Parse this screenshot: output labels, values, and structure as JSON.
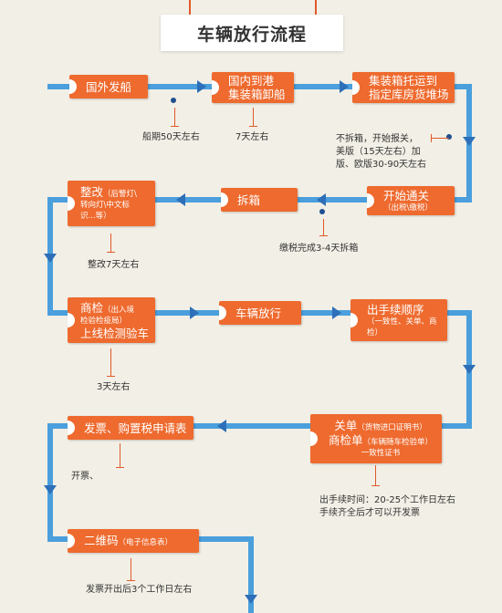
{
  "title": "车辆放行流程",
  "colors": {
    "box": "#ee6a2e",
    "track": "#4a9fdc",
    "arrow": "#2d6fb8",
    "tick": "#e05a2a",
    "background": "#f2efe6"
  },
  "steps": [
    {
      "label": "国外发船"
    },
    {
      "line1": "国内到港",
      "line2": "集装箱卸船"
    },
    {
      "line1": "集装箱托运到",
      "line2": "指定库房货堆场"
    },
    {
      "label": "开始通关",
      "sub": "（出税\\缴税）"
    },
    {
      "label": "拆箱"
    },
    {
      "label": "整改",
      "sub1": "（后警灯\\",
      "sub2": "转向灯\\中文标",
      "sub3": "识...等）"
    },
    {
      "label": "商检",
      "sub": "（出入境",
      "sub2": "检验检疫局）",
      "line2": "上线检测验车"
    },
    {
      "label": "车辆放行"
    },
    {
      "label": "出手续顺序",
      "sub1": "（一致性、关单、商",
      "sub2": "检）"
    },
    {
      "label1": "关单",
      "sub1": "（货物进口证明书）",
      "label2": "商检单",
      "sub2": "（车辆随车检验单）",
      "line3": "一致性证书"
    },
    {
      "label": "发票、购置税申请表"
    },
    {
      "label": "二维码",
      "sub": "（电子信息表）"
    }
  ],
  "notes": {
    "ship_period": "船期50天左右",
    "unload_period": "7天左右",
    "unbox_1": "不拆箱，开始报关，",
    "unbox_2": "美版（15天左右）加",
    "unbox_3": "版、欧版30-90天左右",
    "tax_done": "缴税完成3-4天拆箱",
    "rectify_period": "整改7天左右",
    "inspect_period": "3天左右",
    "invoice": "开票、",
    "docs_time_1": "出手续时间：20-25个工作日左右",
    "docs_time_2": "手续齐全后才可以开发票",
    "qr_time": "发票开出后3个工作日左右"
  }
}
